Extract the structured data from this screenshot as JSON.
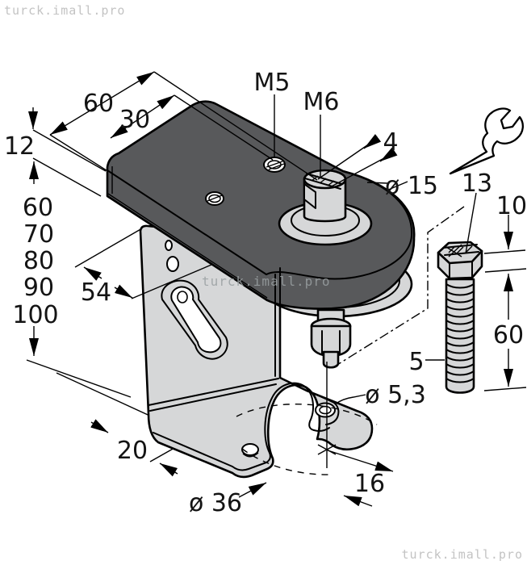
{
  "watermark": {
    "text": "turck.imall.pro"
  },
  "drawing": {
    "colors": {
      "part_dark": "#58595b",
      "part_light": "#d6d7d8",
      "line": "#000000",
      "watermark": "#c3c3c3"
    },
    "labels": {
      "plate_length": "60",
      "hole_offset": "30",
      "plate_thickness": "12",
      "height_options": [
        "60",
        "70",
        "80",
        "90",
        "100"
      ],
      "bracket_width": "54",
      "thread_top": "M5",
      "thread_stud": "M6",
      "slot_width": "4",
      "boss_diameter": "ø 15",
      "wrench_size": "13",
      "screw_head_height": "10",
      "screw_thread_length": "60",
      "screw_item": "5",
      "mount_hole_diameter": "ø 5,3",
      "hole_to_axis": "16",
      "swing_diameter": "ø 36",
      "foot_width": "20"
    }
  }
}
